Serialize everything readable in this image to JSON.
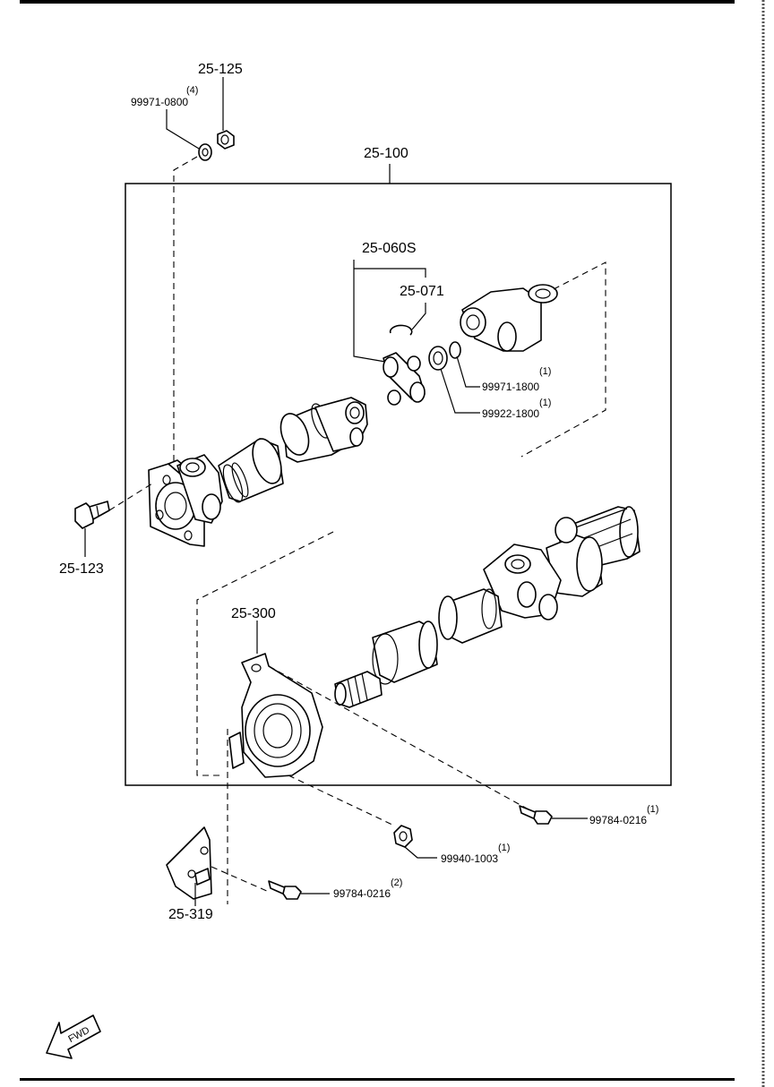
{
  "callouts": {
    "c25_125": "25-125",
    "c99971_0800_qty": "(4)",
    "c99971_0800": "99971-0800",
    "c25_100": "25-100",
    "c25_060s": "25-060S",
    "c25_071": "25-071",
    "c99971_1800_qty": "(1)",
    "c99971_1800": "99971-1800",
    "c99922_1800_qty": "(1)",
    "c99922_1800": "99922-1800",
    "c25_123": "25-123",
    "c25_300": "25-300",
    "c99784_0216a_qty": "(1)",
    "c99784_0216a": "99784-0216",
    "c99940_1003_qty": "(1)",
    "c99940_1003": "99940-1003",
    "c99784_0216b_qty": "(2)",
    "c99784_0216b": "99784-0216",
    "c25_319": "25-319"
  },
  "fwd_label": "FWD"
}
